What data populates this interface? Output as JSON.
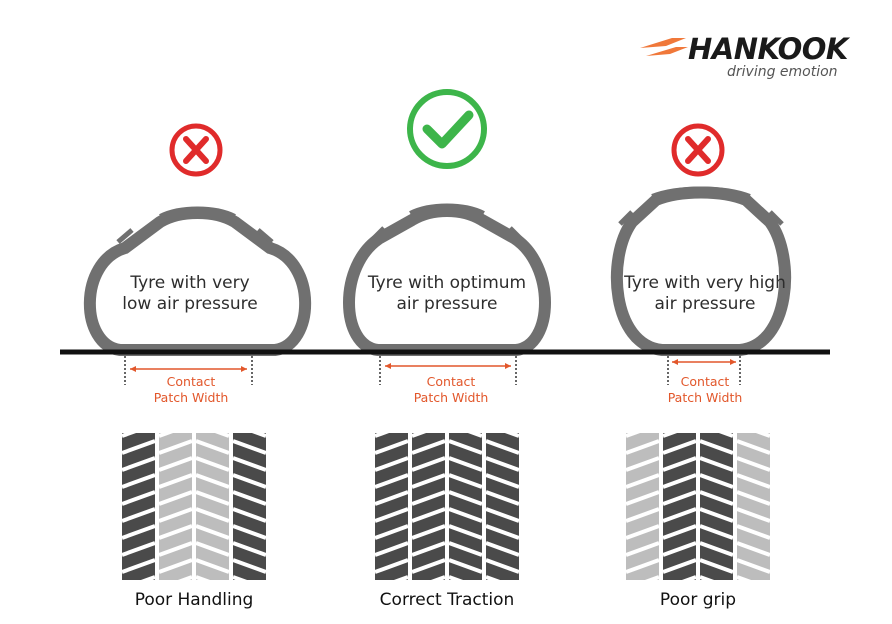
{
  "brand": {
    "name": "HANKOOK",
    "tagline": "driving emotion",
    "accent_color": "#f0783a"
  },
  "colors": {
    "wrong": "#e02b2b",
    "right": "#3db54a",
    "tyre": "#707070",
    "contact": "#e2572b",
    "tread_dark": "#4a4a4a",
    "tread_light": "#bdbdbd"
  },
  "panels": [
    {
      "status_icon": "cross-icon",
      "tyre_line1": "Tyre with very",
      "tyre_line2": "low air pressure",
      "contact_line1": "Contact",
      "contact_line2": "Patch Width",
      "result": "Poor Handling"
    },
    {
      "status_icon": "check-icon",
      "tyre_line1": "Tyre with optimum",
      "tyre_line2": "air pressure",
      "contact_line1": "Contact",
      "contact_line2": "Patch Width",
      "result": "Correct Traction"
    },
    {
      "status_icon": "cross-icon",
      "tyre_line1": "Tyre with very high",
      "tyre_line2": "air pressure",
      "contact_line1": "Contact",
      "contact_line2": "Patch Width",
      "result": "Poor grip"
    }
  ]
}
